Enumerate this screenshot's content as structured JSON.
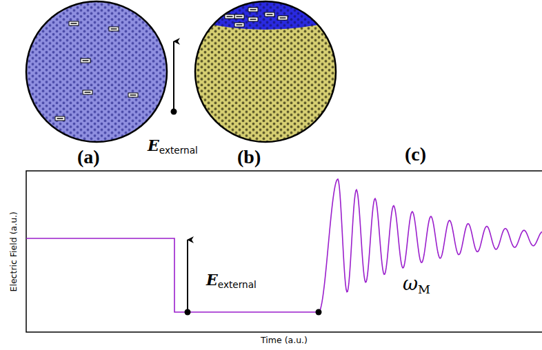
{
  "diagram": {
    "labels": [
      "(a)",
      "(b)",
      "(c)",
      "Eexternal",
      "Eexternal",
      "ωM",
      "Electric Field (a.u.)",
      "Time (a.u.)"
    ]
  }
}
